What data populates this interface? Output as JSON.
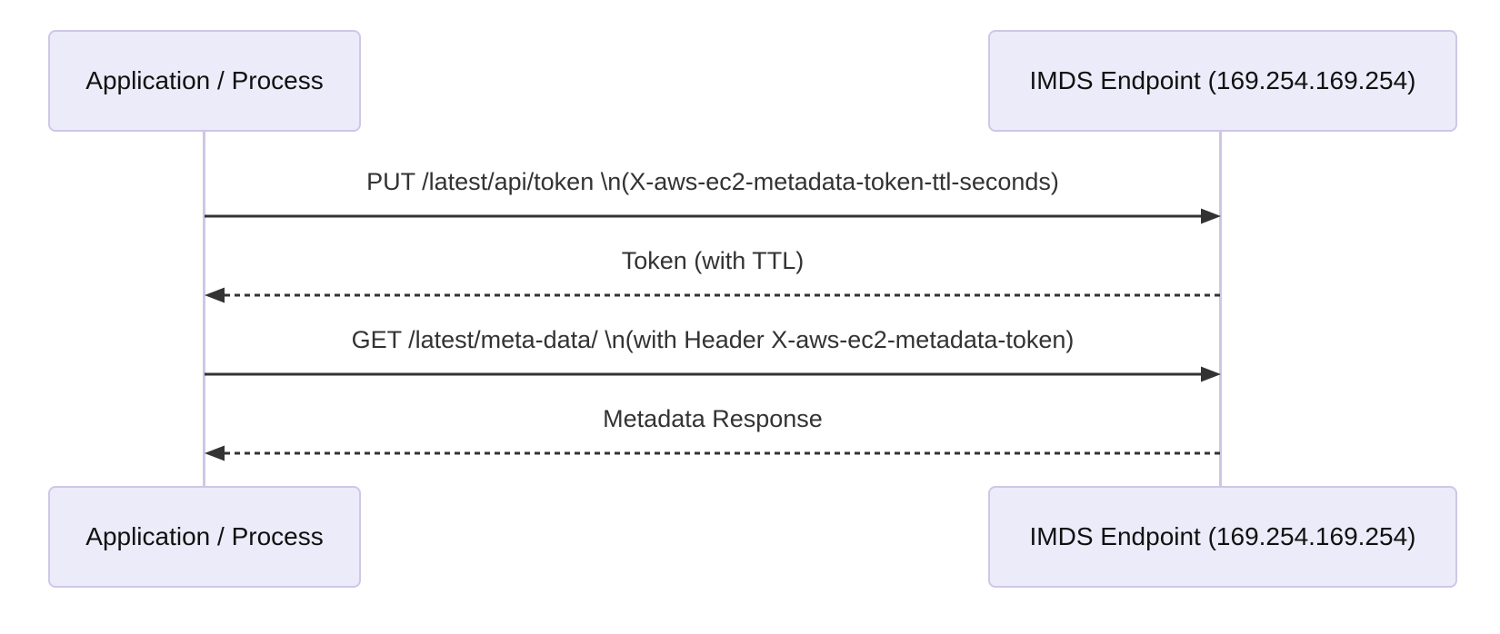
{
  "diagram": {
    "kind": "sequence-diagram",
    "actors": [
      {
        "id": "app",
        "label": "Application / Process"
      },
      {
        "id": "imds",
        "label": "IMDS Endpoint (169.254.169.254)"
      }
    ],
    "messages": [
      {
        "from": "app",
        "to": "imds",
        "line": "solid",
        "arrow": "filled-triangle",
        "label": "PUT /latest/api/token \\n(X-aws-ec2-metadata-token-ttl-seconds)"
      },
      {
        "from": "imds",
        "to": "app",
        "line": "dashed",
        "arrow": "filled-triangle",
        "label": "Token (with TTL)"
      },
      {
        "from": "app",
        "to": "imds",
        "line": "solid",
        "arrow": "filled-triangle",
        "label": "GET /latest/meta-data/ \\n(with Header X-aws-ec2-metadata-token)"
      },
      {
        "from": "imds",
        "to": "app",
        "line": "dashed",
        "arrow": "filled-triangle",
        "label": "Metadata Response"
      }
    ],
    "colors": {
      "background": "#FFFFFF",
      "actor_fill": "#ECEBF9",
      "actor_border": "#D0C6E8",
      "actor_text": "#111111",
      "lifeline": "#CFC6E6",
      "message_text": "#333333",
      "arrow": "#333333"
    }
  }
}
